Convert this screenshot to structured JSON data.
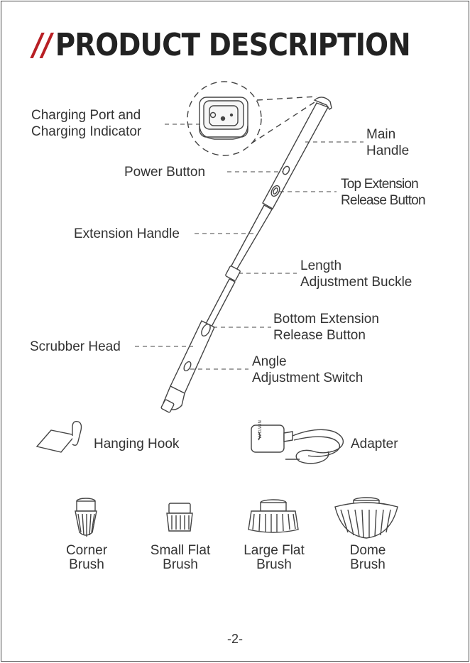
{
  "header": {
    "slashes": "//",
    "title": "PRODUCT DESCRIPTION"
  },
  "labels": {
    "charging_port": [
      "Charging Port and",
      "Charging Indicator"
    ],
    "main_handle": [
      "Main",
      "Handle"
    ],
    "power_button": "Power Button",
    "top_extension": [
      "Top Extension",
      "Release Button"
    ],
    "extension_handle": "Extension Handle",
    "length_buckle": [
      "Length",
      "Adjustment Buckle"
    ],
    "bottom_extension": [
      "Bottom Extension",
      "Release Button"
    ],
    "scrubber_head": "Scrubber Head",
    "angle_switch": [
      "Angle",
      "Adjustment Switch"
    ]
  },
  "accessories": {
    "hanging_hook": "Hanging Hook",
    "adapter": "Adapter",
    "adapter_brand": "WILLWIN"
  },
  "brushes": [
    [
      "Corner",
      "Brush"
    ],
    [
      "Small Flat",
      "Brush"
    ],
    [
      "Large Flat",
      "Brush"
    ],
    [
      "Dome",
      "Brush"
    ]
  ],
  "footer": {
    "page_number": "-2-"
  },
  "colors": {
    "accent": "#b81f24",
    "text": "#333333",
    "line": "#444444"
  }
}
